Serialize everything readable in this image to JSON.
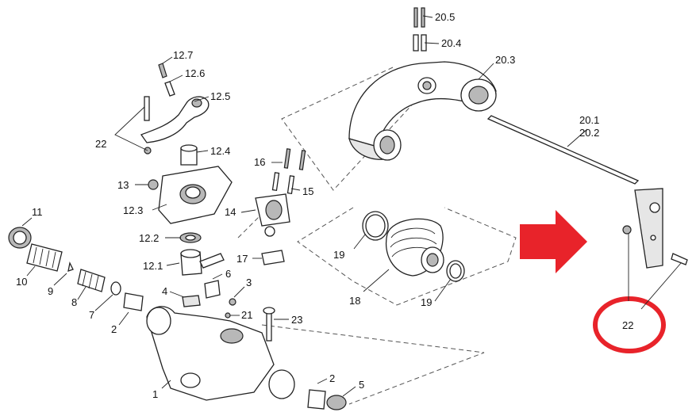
{
  "diagram": {
    "labels": {
      "l_20_5": "20.5",
      "l_20_4": "20.4",
      "l_20_3": "20.3",
      "l_20_1": "20.1",
      "l_20_2": "20.2",
      "l_12_7": "12.7",
      "l_12_6": "12.6",
      "l_12_5": "12.5",
      "l_22a": "22",
      "l_12_4": "12.4",
      "l_13": "13",
      "l_12_3": "12.3",
      "l_12_2": "12.2",
      "l_12_1": "12.1",
      "l_16": "16",
      "l_15": "15",
      "l_14": "14",
      "l_17": "17",
      "l_11": "11",
      "l_10": "10",
      "l_9": "9",
      "l_8": "8",
      "l_7": "7",
      "l_4": "4",
      "l_6": "6",
      "l_3": "3",
      "l_2a": "2",
      "l_21": "21",
      "l_23": "23",
      "l_19a": "19",
      "l_18": "18",
      "l_19b": "19",
      "l_2b": "2",
      "l_5": "5",
      "l_1": "1",
      "l_22b": "22"
    },
    "colors": {
      "highlight": "#e8232a",
      "line": "#222222"
    },
    "highlight": {
      "arrow": "red-arrow",
      "circle": "red-circle-around-22"
    }
  }
}
